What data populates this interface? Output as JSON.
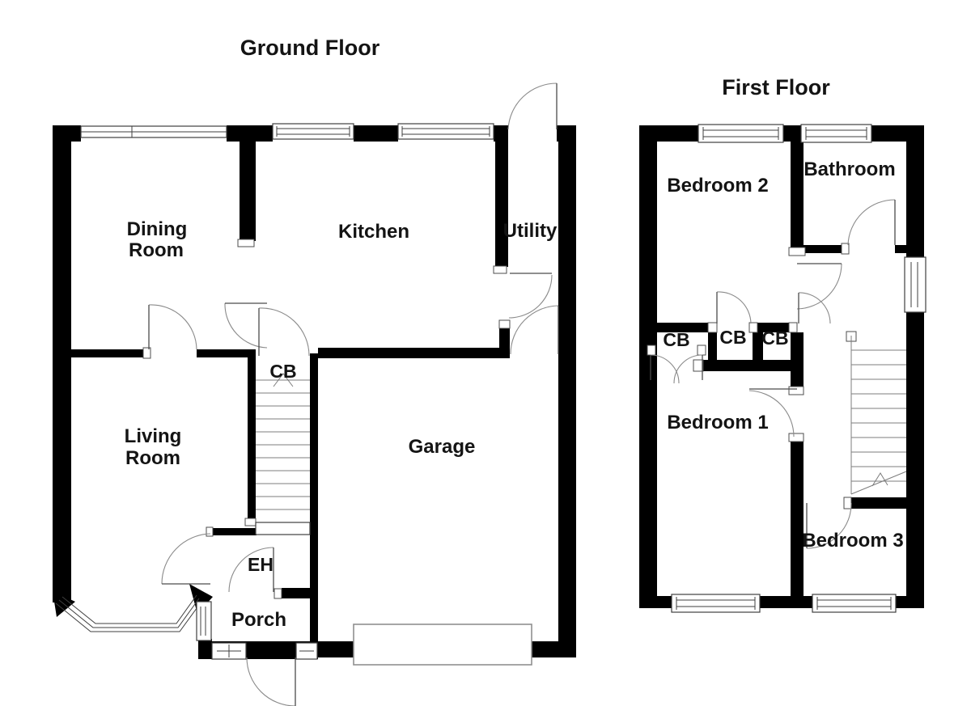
{
  "ground_floor": {
    "title": "Ground Floor",
    "labels": {
      "dining1": "Dining",
      "dining2": "Room",
      "kitchen": "Kitchen",
      "utility": "Utility",
      "living1": "Living",
      "living2": "Room",
      "cb": "CB",
      "garage": "Garage",
      "eh": "EH",
      "porch": "Porch"
    }
  },
  "first_floor": {
    "title": "First Floor",
    "labels": {
      "bedroom2": "Bedroom 2",
      "bathroom": "Bathroom",
      "cb1": "CB",
      "cb2": "CB",
      "cb3": "CB",
      "bedroom1": "Bedroom 1",
      "bedroom3": "Bedroom 3"
    }
  },
  "colors": {
    "wall": "#000000",
    "line": "#3f3f3f",
    "door_arc": "#8a8a8a",
    "background": "#ffffff",
    "garage_door_border": "#8f8f8f"
  }
}
